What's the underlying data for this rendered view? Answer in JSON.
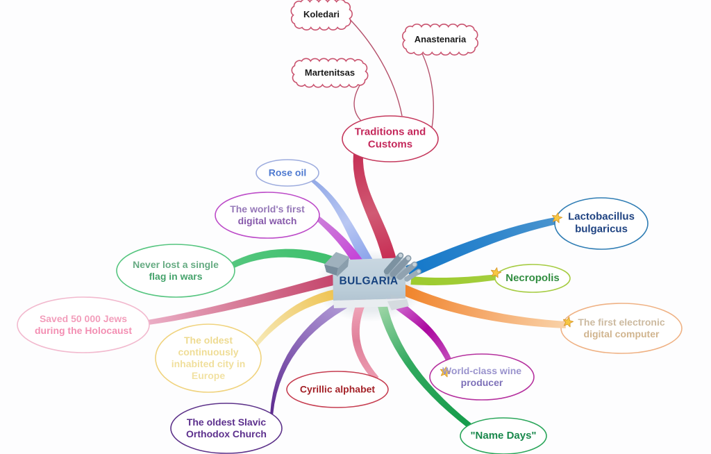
{
  "background_color": "#FDFDFE",
  "center": {
    "label": "BULGARIA",
    "text_color": "#15417E",
    "text_color2": "#15417E"
  },
  "connector_color": "#B4506B",
  "star_fill": "#F7C843",
  "star_stroke": "#DB9C2E",
  "nodes": {
    "traditions": {
      "label": "Traditions and Customs",
      "shape": "ellipse",
      "border_color": "#C5395D",
      "text_color": "#C4275A",
      "text_color2": "#C4275A",
      "branch_colors": [
        "#C4214B",
        "#D15A74",
        "#C53055"
      ]
    },
    "koledari": {
      "label": "Koledari",
      "shape": "cloud",
      "border_color": "#C9536F",
      "text_color": "#1A1A1A",
      "text_color2": "#1A1A1A"
    },
    "anastenaria": {
      "label": "Anastenaria",
      "shape": "cloud",
      "border_color": "#C9536F",
      "text_color": "#1A1A1A",
      "text_color2": "#1A1A1A"
    },
    "martenitsas": {
      "label": "Martenitsas",
      "shape": "cloud",
      "border_color": "#C9536F",
      "text_color": "#1A1A1A",
      "text_color2": "#1A1A1A"
    },
    "rose_oil": {
      "label": "Rose oil",
      "shape": "ellipse",
      "border_color": "#9DACDE",
      "text_color": "#4C78D0",
      "text_color2": "#4C78D0",
      "branch_colors": [
        "#7E9AE8",
        "#B9C7F3",
        "#92A9E6"
      ]
    },
    "digital_watch": {
      "label": "The world's first digital watch",
      "shape": "ellipse",
      "border_color": "#BC4AC8",
      "text_color": "#9C85BE",
      "text_color2": "#7F4BA4",
      "branch_colors": [
        "#C133D8",
        "#C95FD8",
        "#CC82DA"
      ]
    },
    "flag": {
      "label": "Never lost a single flag in wars",
      "shape": "ellipse",
      "border_color": "#55C57F",
      "text_color": "#74AE8C",
      "text_color2": "#359E60",
      "branch_colors": [
        "#3FBE6C",
        "#46C273",
        "#54C77E"
      ]
    },
    "jews": {
      "label": "Saved 50 000 Jews during the Holocaust",
      "shape": "ellipse",
      "border_color": "#F2B9CE",
      "text_color": "#F2A3BE",
      "text_color2": "#F387AE",
      "branch_colors": [
        "#C23E66",
        "#D57793",
        "#EBAFC7"
      ]
    },
    "city": {
      "label": "The oldest continuously inhabited city in Europe",
      "shape": "ellipse",
      "border_color": "#F0D37E",
      "text_color": "#EDD98C",
      "text_color2": "#F2E2A4",
      "branch_colors": [
        "#EEC14B",
        "#F2D584",
        "#F7EBBB"
      ]
    },
    "cyrillic": {
      "label": "Cyrillic alphabet",
      "shape": "ellipse",
      "border_color": "#C63D50",
      "text_color": "#A32026",
      "text_color2": "#A32026",
      "branch_colors": [
        "#F2ABBE",
        "#E0809A",
        "#EC9CB1"
      ]
    },
    "church": {
      "label": "The oldest Slavic Orthodox Church",
      "shape": "ellipse",
      "border_color": "#5C3189",
      "text_color": "#5B2E8C",
      "text_color2": "#5B2E8C",
      "branch_colors": [
        "#B6A2DA",
        "#9372BE",
        "#5D2A90"
      ]
    },
    "name_days": {
      "label": "\"Name Days\"",
      "shape": "ellipse",
      "border_color": "#2AA65A",
      "text_color": "#17874A",
      "text_color2": "#17874A",
      "branch_colors": [
        "#ABDBAF",
        "#31A95F",
        "#149C4A"
      ]
    },
    "wine": {
      "label": "World-class wine producer",
      "shape": "ellipse",
      "border_color": "#B5309E",
      "text_color": "#A8A5D8",
      "text_color2": "#6F5FAE",
      "branch_colors": [
        "#DA87DE",
        "#AB079F",
        "#C44FBC"
      ],
      "icon": "star"
    },
    "computer": {
      "label": "The first electronic digital computer",
      "shape": "ellipse",
      "border_color": "#EFB183",
      "text_color": "#C9BCA8",
      "text_color2": "#D2B185",
      "branch_colors": [
        "#F08227",
        "#F5A96B",
        "#F9D2A8"
      ],
      "icon": "star"
    },
    "necropolis": {
      "label": "Necropolis",
      "shape": "ellipse",
      "border_color": "#A6CC42",
      "text_color": "#2F8C3E",
      "text_color2": "#2F8C3E",
      "branch_colors": [
        "#9DCB2E",
        "#A0CC34",
        "#A4CE3E"
      ],
      "icon": "star"
    },
    "lactobacillus": {
      "label": "Lactobacillus bulgaricus",
      "shape": "ellipse",
      "border_color": "#2F7DB4",
      "text_color": "#1D4180",
      "text_color2": "#1D4180",
      "branch_colors": [
        "#1478C9",
        "#2B84CC",
        "#4C95CE"
      ],
      "icon": "star"
    }
  }
}
